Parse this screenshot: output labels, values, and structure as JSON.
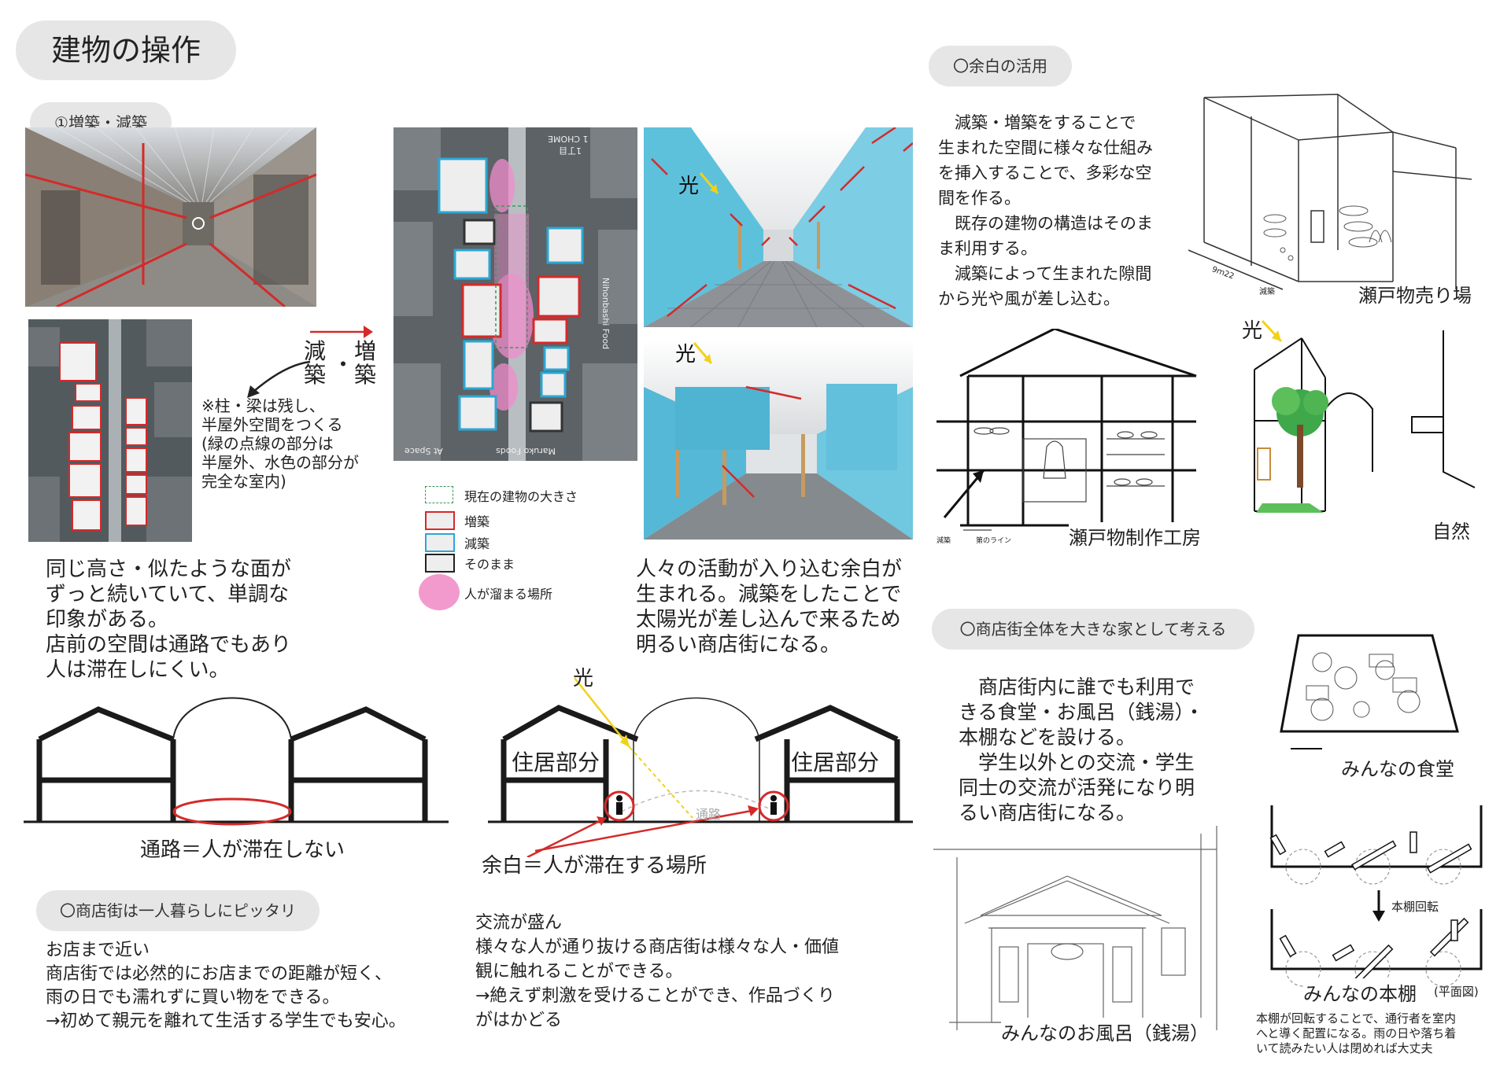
{
  "header": {
    "title": "建物の操作"
  },
  "sections": {
    "s1": "①増築・減築",
    "yohaku": "〇余白の活用",
    "ie": "〇商店街全体を大きな家として考える",
    "hitori": "〇商店街は一人暮らしにピッタリ"
  },
  "left": {
    "arrow_gen": "減築",
    "arrow_zou": "増築",
    "arrow_dot": "・",
    "note": "※柱・梁は残し、\n半屋外空間をつくる\n(緑の点線の部分は\n半屋外、水色の部分が\n完全な室内)",
    "desc": "同じ高さ・似たような面が\nずっと続いていて、単調な\n印象がある。\n店前の空間は通路でもあり\n人は滞在しにくい。"
  },
  "map_labels": {
    "chome": "1 CHOME",
    "chome_num": "1丁目",
    "street_side": "Nihonbashi Food",
    "street_bottom": "Maruko Foods",
    "street_bottom2": "At Space"
  },
  "legend": [
    {
      "label": "現在の建物の大きさ",
      "kind": "dashed-green"
    },
    {
      "label": "増築",
      "kind": "red"
    },
    {
      "label": "減築",
      "kind": "blue"
    },
    {
      "label": "そのまま",
      "kind": "black"
    },
    {
      "label": "人が溜まる場所",
      "kind": "pink"
    }
  ],
  "model": {
    "light1": "光",
    "light2": "光",
    "desc": "人々の活動が入り込む余白が\n生まれる。減築をしたことで\n太陽光が差し込んで来るため\n明るい商店街になる。"
  },
  "section_left": {
    "caption": "通路＝人が滞在しない"
  },
  "section_right": {
    "light": "光",
    "house_left": "住居部分",
    "house_right": "住居部分",
    "passage": "通路",
    "caption": "余白＝人が滞在する場所"
  },
  "hitori": {
    "text": "お店まで近い\n商店街では必然的にお店までの距離が短く、\n雨の日でも濡れずに買い物をできる。\n→初めて親元を離れて生活する学生でも安心。"
  },
  "koryu": {
    "text": "交流が盛ん\n様々な人が通り抜ける商店街は様々な人・価値\n観に触れることができる。\n→絶えず刺激を受けることができ、作品づくり\nがはかどる"
  },
  "yohaku": {
    "text": "　減築・増築をすることで\n生まれた空間に様々な仕組み\nを挿入することで、多彩な空\n間を作る。\n　既存の建物の構造はそのま\nま利用する。\n　減築によって生まれた隙間\nから光や風が差し込む。",
    "setomono_uriba": "瀬戸物売り場",
    "uriba_dim1": "9ｍ22",
    "uriba_dim2": "減築",
    "workshop": "瀬戸物制作工房",
    "workshop_small1": "減築",
    "workshop_small2": "第のライン",
    "nature": "自然",
    "nature_light": "光"
  },
  "ie": {
    "text": "　商店街内に誰でも利用で\nきる食堂・お風呂（銭湯）・\n本棚などを設ける。\n　学生以外との交流・学生\n同士の交流が活発になり明\nるい商店街になる。",
    "shokudo": "みんなの食堂",
    "furo": "みんなのお風呂（銭湯）",
    "hondana": "みんなの本棚",
    "hondana_sub": "(平面図)",
    "kaiten": "本棚回転",
    "hondana_note": "本棚が回転することで、通行者を室内\nへと導く配置になる。雨の日や落ち着\nいて読みたい人は閉めれば大丈夫"
  },
  "colors": {
    "red": "#d42a2a",
    "blue": "#2ba7d4",
    "pink": "#f08ccb",
    "green": "#3a9a5a",
    "pill": "#e6e6e6"
  }
}
